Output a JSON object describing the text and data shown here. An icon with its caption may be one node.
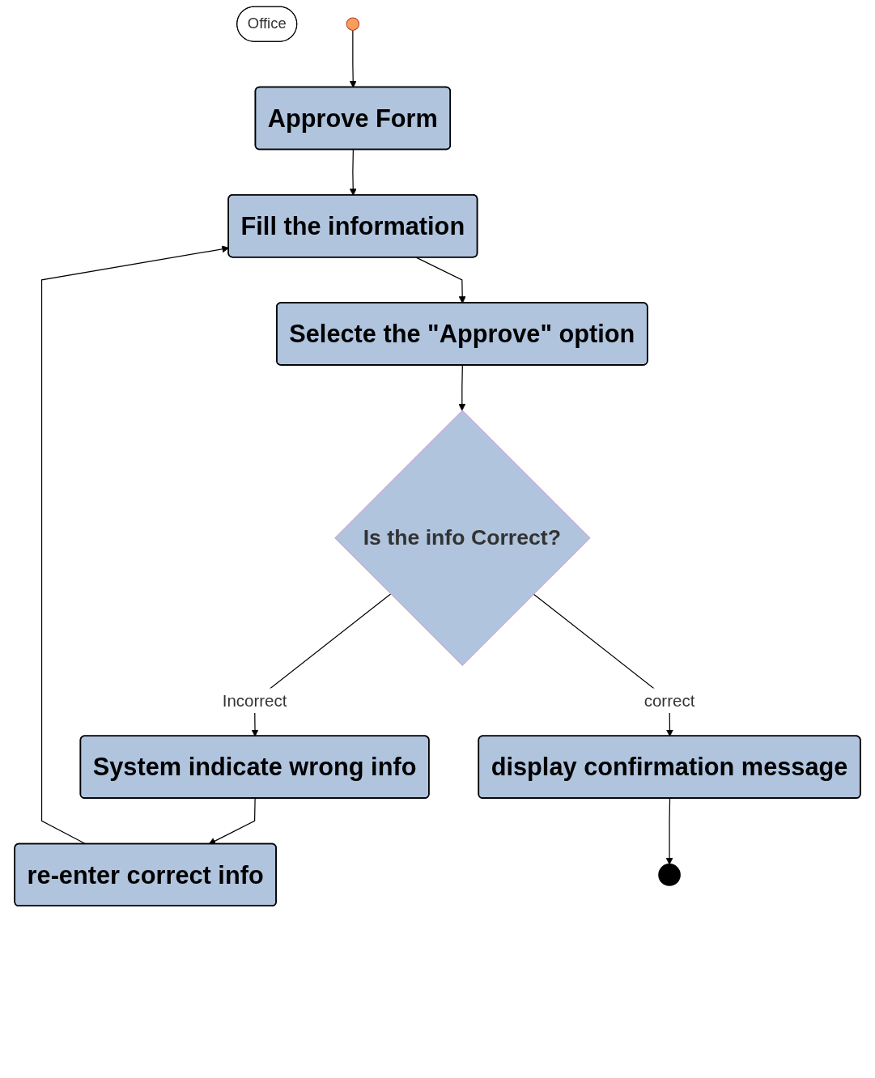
{
  "diagram": {
    "nodes": [
      {
        "text": [
          "Office"
        ]
      },
      {
        "text": [],
        "shape": "circle"
      },
      {
        "text": [
          "Approve Form"
        ]
      },
      {
        "text": [
          "Fill the information"
        ]
      },
      {
        "text": [
          "Selecte the \"Approve\" option"
        ]
      },
      {
        "text": [
          "Is the info Correct?"
        ]
      },
      {
        "text": [
          "System indicate wrong info"
        ]
      },
      {
        "text": [
          "re-enter correct info"
        ]
      },
      {
        "text": [
          "display confirmation message"
        ]
      },
      {
        "text": [],
        "shape": "circle"
      }
    ],
    "edges": [
      {
        "from": 1,
        "to": 2,
        "arrow": "to"
      },
      {
        "from": 2,
        "to": 3,
        "arrow": "to"
      },
      {
        "from": 3,
        "to": 4,
        "arrow": "to"
      },
      {
        "from": 4,
        "to": 5,
        "arrow": "to"
      },
      {
        "from": 5,
        "to": 6,
        "arrow": "to",
        "label": "Incorrect"
      },
      {
        "from": 6,
        "to": 7,
        "arrow": "to"
      },
      {
        "from": 7,
        "to": 3,
        "arrow": "to"
      },
      {
        "from": 5,
        "to": 8,
        "arrow": "to",
        "label": "correct"
      },
      {
        "from": 8,
        "to": 9,
        "arrow": "to"
      }
    ]
  }
}
